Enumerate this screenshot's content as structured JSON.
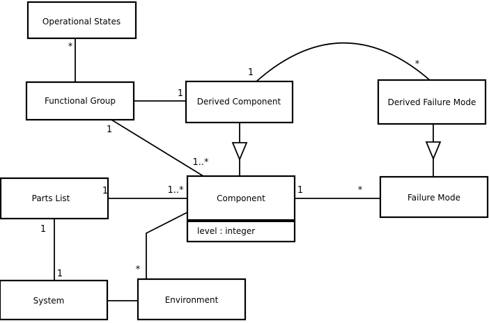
{
  "diagram": {
    "kind": "uml-class-diagram",
    "classes": {
      "operational_states": {
        "label": "Operational States"
      },
      "functional_group": {
        "label": "Functional Group"
      },
      "derived_component": {
        "label": "Derived Component"
      },
      "derived_failure_mode": {
        "label": "Derived Failure Mode"
      },
      "parts_list": {
        "label": "Parts List"
      },
      "component": {
        "label": "Component",
        "attribute": "level : integer"
      },
      "failure_mode": {
        "label": "Failure Mode"
      },
      "system": {
        "label": "System"
      },
      "environment": {
        "label": "Environment"
      }
    },
    "multiplicities": {
      "os_fg_star": "*",
      "fg_dc_one": "1",
      "dc_dfm_one": "1",
      "dc_dfm_star": "*",
      "fg_comp_one": "1",
      "fg_comp_many": "1..*",
      "pl_comp_one": "1",
      "pl_comp_many": "1..*",
      "pl_sys_one": "1",
      "sys_pl_one": "1",
      "env_comp_star": "*",
      "comp_fm_one": "1",
      "comp_fm_star": "*"
    },
    "relationships": [
      "Operational States * - Functional Group",
      "Functional Group 1 - Derived Component",
      "Derived Component 1 - * Derived Failure Mode (arc)",
      "Derived Component -|> Component (generalization)",
      "Derived Failure Mode -|> Failure Mode (generalization)",
      "Functional Group 1 - 1..* Component",
      "Parts List 1 - 1..* Component",
      "Parts List 1 - 1 System",
      "System - Environment",
      "Environment * - Component",
      "Component 1 - * Failure Mode"
    ],
    "colors": {
      "line": "#000000",
      "box_fill": "#ffffff",
      "background": "#ffffff"
    }
  }
}
